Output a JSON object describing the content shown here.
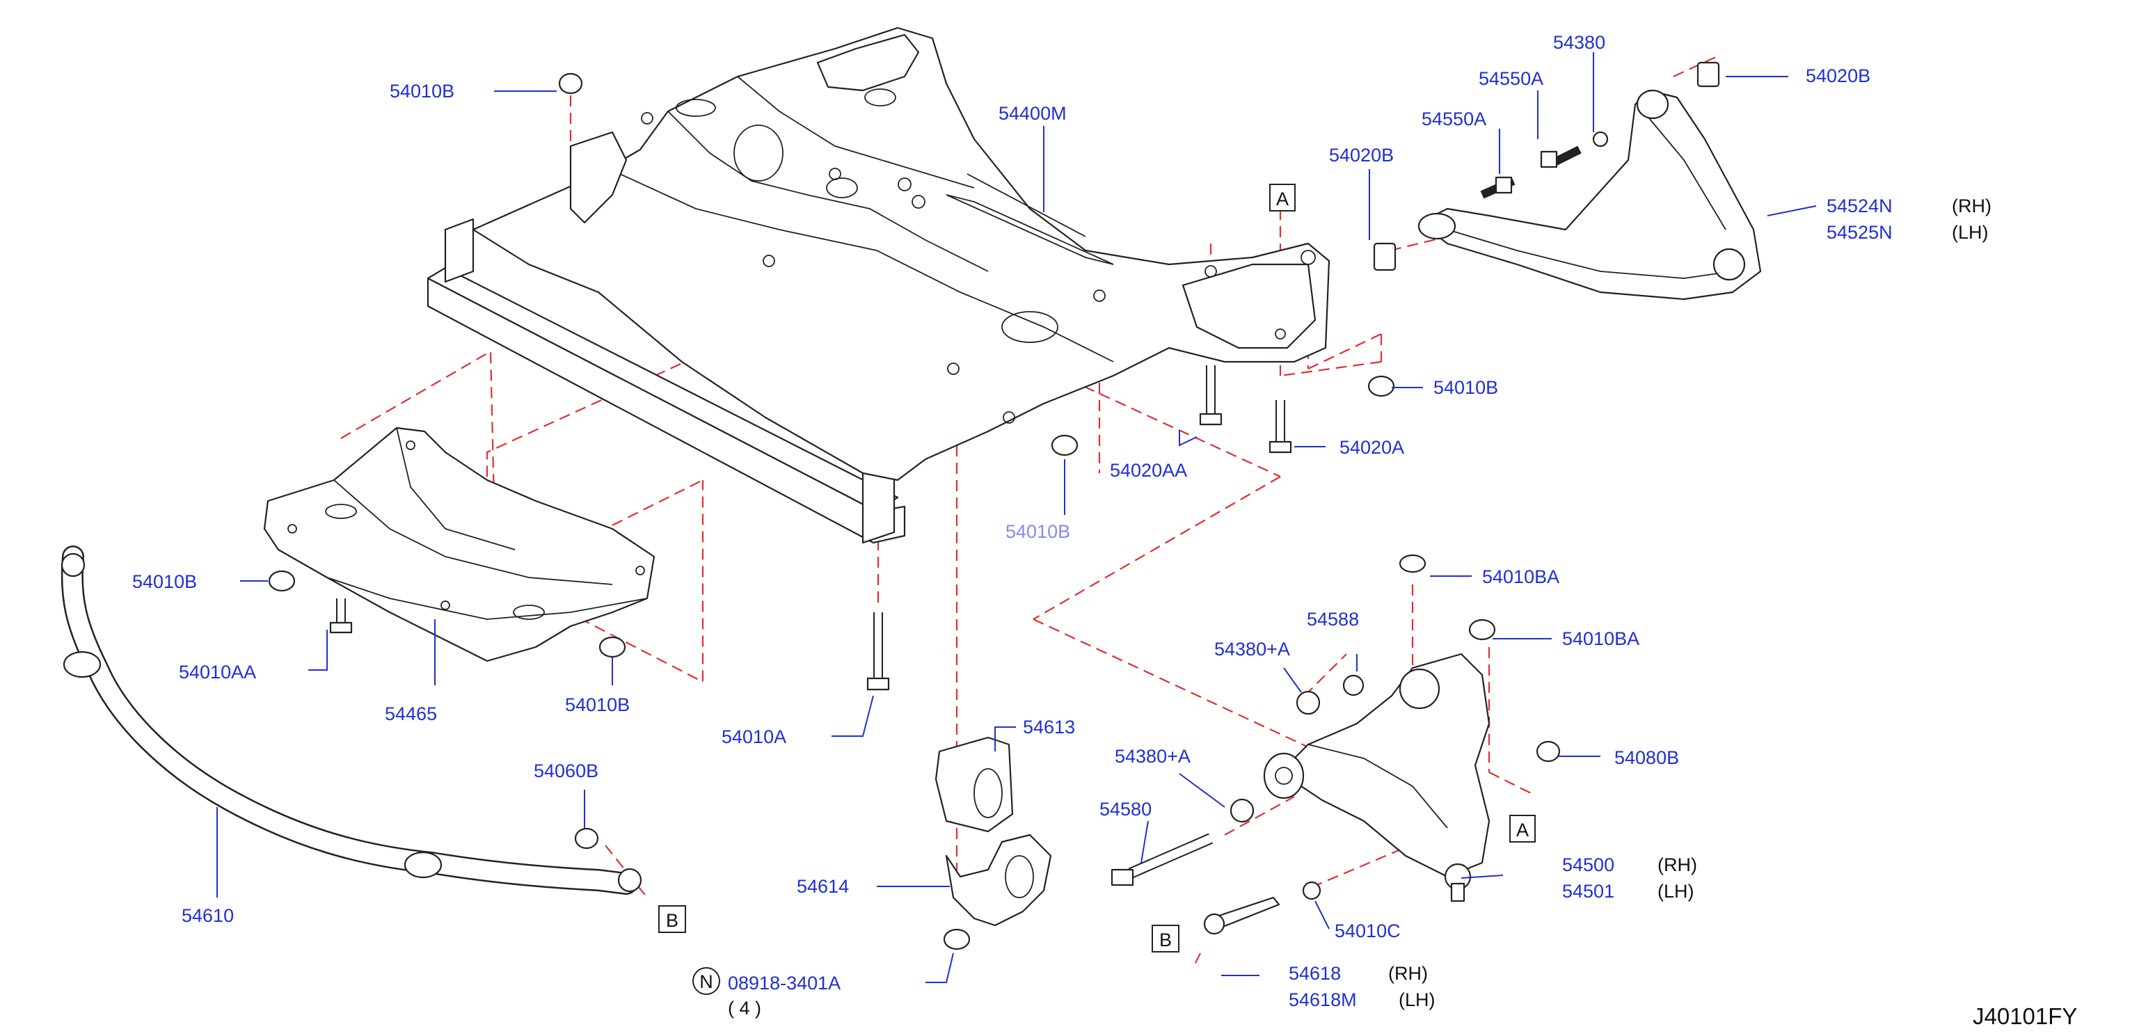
{
  "diagram_code": "J40101FY",
  "colors": {
    "label": "#1f2fd6",
    "leader": "#1f2fd6",
    "alignment": "#e03030",
    "outline": "#222222"
  },
  "callouts": {
    "a_top": "A",
    "a_bottom": "A",
    "b_left": "B",
    "b_right": "B",
    "n_symbol": "N"
  },
  "parts": {
    "p54010B_top": "54010B",
    "p54400M": "54400M",
    "p54380": "54380",
    "p54020B_top": "54020B",
    "p54550A_top": "54550A",
    "p54550A_mid": "54550A",
    "p54020B_mid": "54020B",
    "p54524N": "54524N",
    "p54525N": "54525N",
    "p54010B_right": "54010B",
    "p54020A": "54020A",
    "p54020AA": "54020AA",
    "p54010B_left": "54010B",
    "p54010AA": "54010AA",
    "p54465": "54465",
    "p54010B_lower": "54010B",
    "p54010A": "54010A",
    "p54010BA_top": "54010BA",
    "p54588": "54588",
    "p54380A_top": "54380+A",
    "p54010BA_mid": "54010BA",
    "p54613": "54613",
    "p54080B": "54080B",
    "p54380A_mid": "54380+A",
    "p54060B": "54060B",
    "p54580": "54580",
    "p54500": "54500",
    "p54501": "54501",
    "p54614": "54614",
    "p54610": "54610",
    "p54010C": "54010C",
    "p54618": "54618",
    "p54618M": "54618M",
    "p08918": "08918-3401A",
    "p08918_qty": "( 4 )",
    "p_obscured": "54010B"
  },
  "sides": {
    "rh_1": "(RH)",
    "lh_1": "(LH)",
    "rh_2": "(RH)",
    "lh_2": "(LH)",
    "rh_3": "(RH)",
    "lh_3": "(LH)"
  }
}
